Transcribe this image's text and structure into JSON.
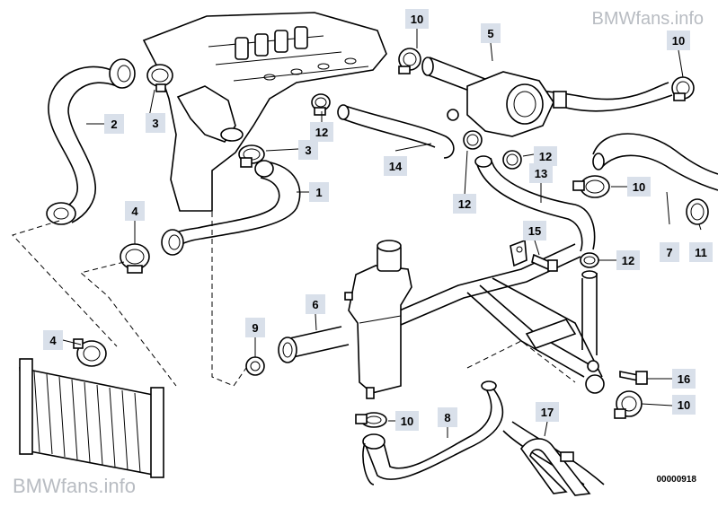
{
  "watermark_top": "BMWfans.info",
  "watermark_bottom": "BMWfans.info",
  "document_id": "00000918",
  "callouts": [
    {
      "id": "c2",
      "text": "2"
    },
    {
      "id": "c3a",
      "text": "3"
    },
    {
      "id": "c3b",
      "text": "3"
    },
    {
      "id": "c1",
      "text": "1"
    },
    {
      "id": "c4a",
      "text": "4"
    },
    {
      "id": "c4b",
      "text": "4"
    },
    {
      "id": "c10a",
      "text": "10"
    },
    {
      "id": "c5",
      "text": "5"
    },
    {
      "id": "c10b",
      "text": "10"
    },
    {
      "id": "c12a",
      "text": "12"
    },
    {
      "id": "c14",
      "text": "14"
    },
    {
      "id": "c12b",
      "text": "12"
    },
    {
      "id": "c12c",
      "text": "12"
    },
    {
      "id": "c13",
      "text": "13"
    },
    {
      "id": "c10c",
      "text": "10"
    },
    {
      "id": "c7",
      "text": "7"
    },
    {
      "id": "c11",
      "text": "11"
    },
    {
      "id": "c15",
      "text": "15"
    },
    {
      "id": "c12d",
      "text": "12"
    },
    {
      "id": "c6",
      "text": "6"
    },
    {
      "id": "c9",
      "text": "9"
    },
    {
      "id": "c16",
      "text": "16"
    },
    {
      "id": "c10d",
      "text": "10"
    },
    {
      "id": "c10e",
      "text": "10"
    },
    {
      "id": "c8",
      "text": "8"
    },
    {
      "id": "c17",
      "text": "17"
    }
  ]
}
